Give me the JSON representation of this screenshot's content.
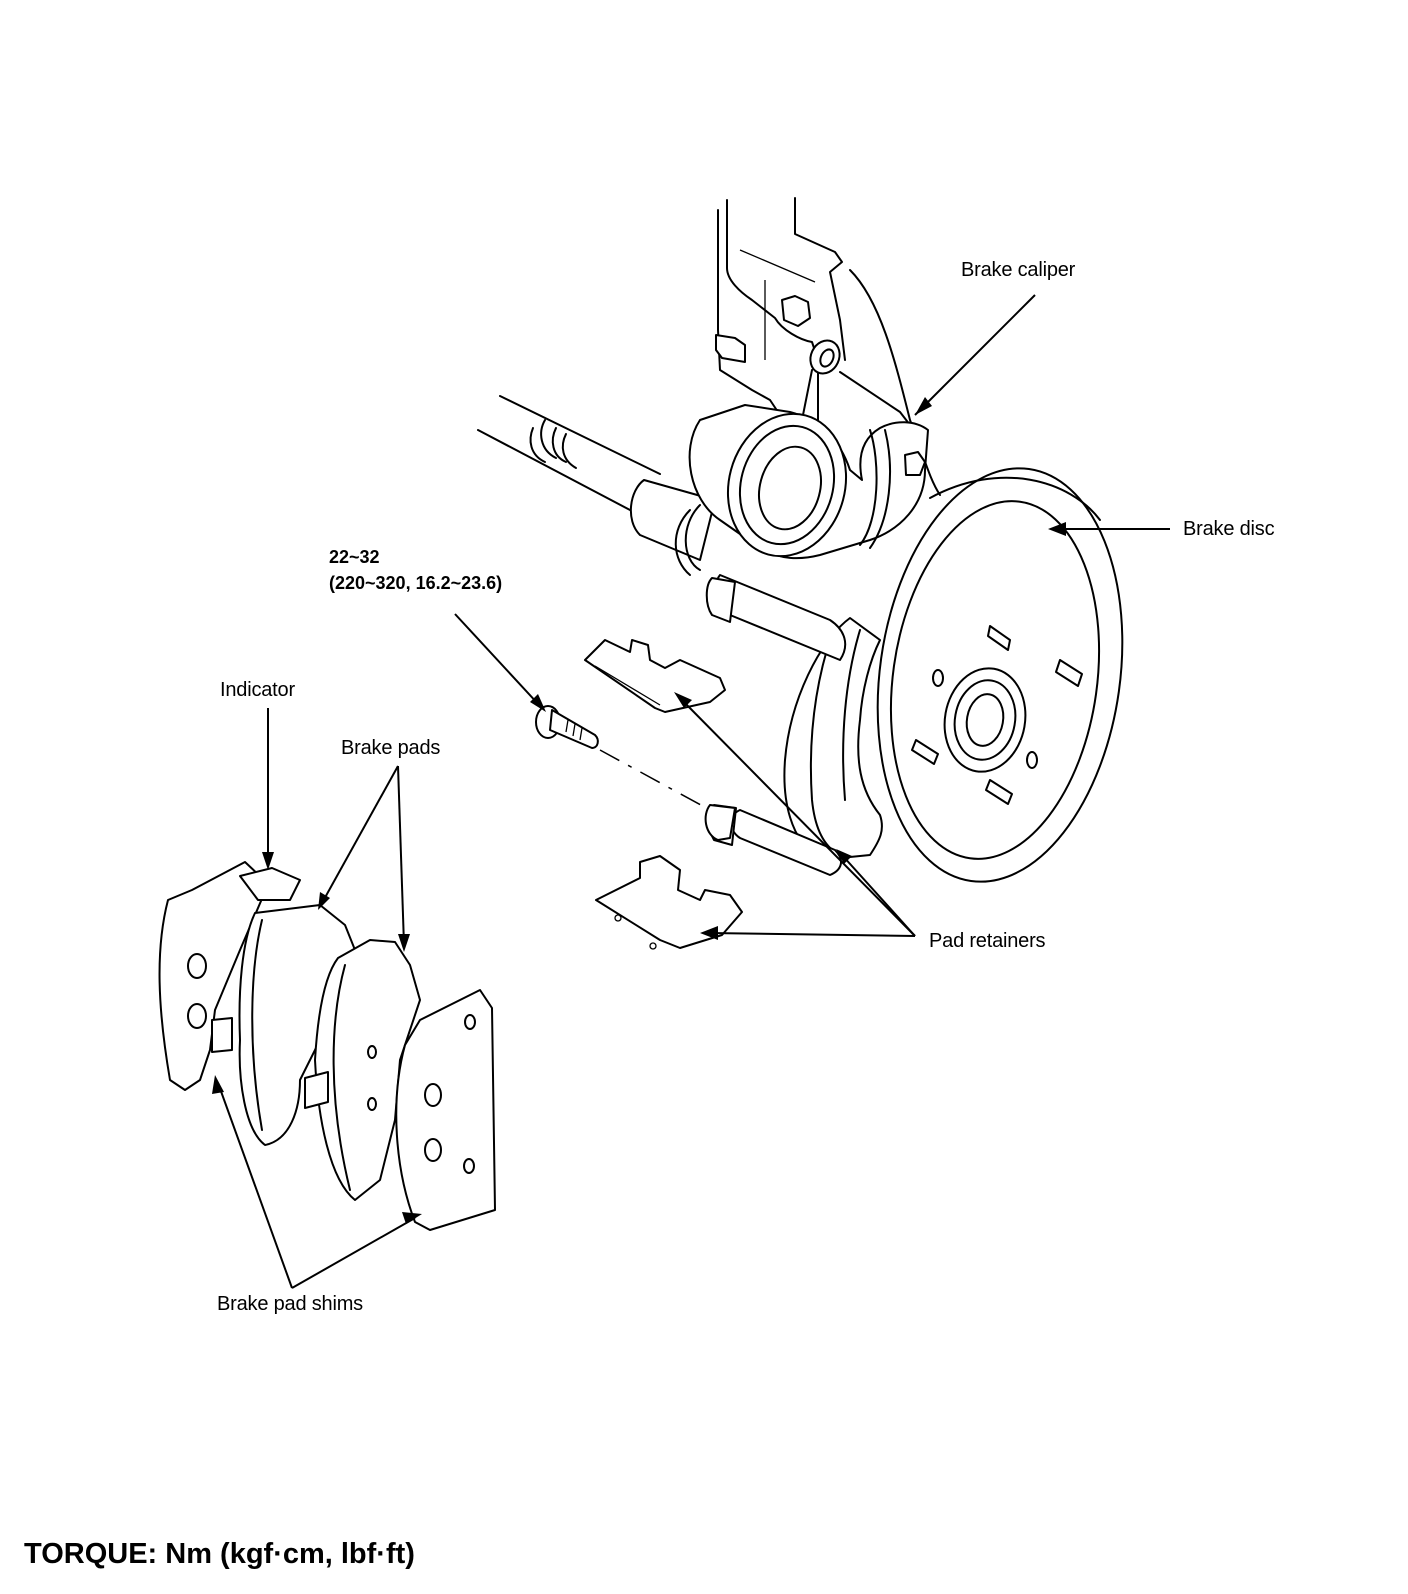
{
  "diagram": {
    "title": "Front brake assembly – exploded view",
    "labels": {
      "brake_caliper": "Brake caliper",
      "brake_disc": "Brake disc",
      "indicator": "Indicator",
      "brake_pads": "Brake pads",
      "pad_retainers": "Pad retainers",
      "brake_pad_shims": "Brake pad shims"
    },
    "torque_spec": {
      "nm": "22~32",
      "alt_units": "(220~320, 16.2~23.6)"
    },
    "footer": "TORQUE: Nm (kgf·cm, lbf·ft)"
  }
}
